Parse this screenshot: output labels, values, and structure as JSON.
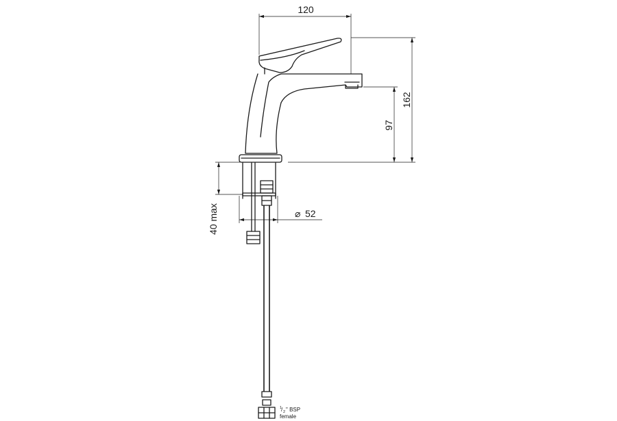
{
  "dimensions": {
    "width": "120",
    "height_total": "162",
    "spout_height": "97",
    "max_thickness": "40 max",
    "diameter_symbol": "⌀",
    "diameter": "52"
  },
  "connector": {
    "fraction_numerator": "1",
    "fraction_denominator": "2",
    "thread": "\" BSP",
    "type": "female"
  }
}
